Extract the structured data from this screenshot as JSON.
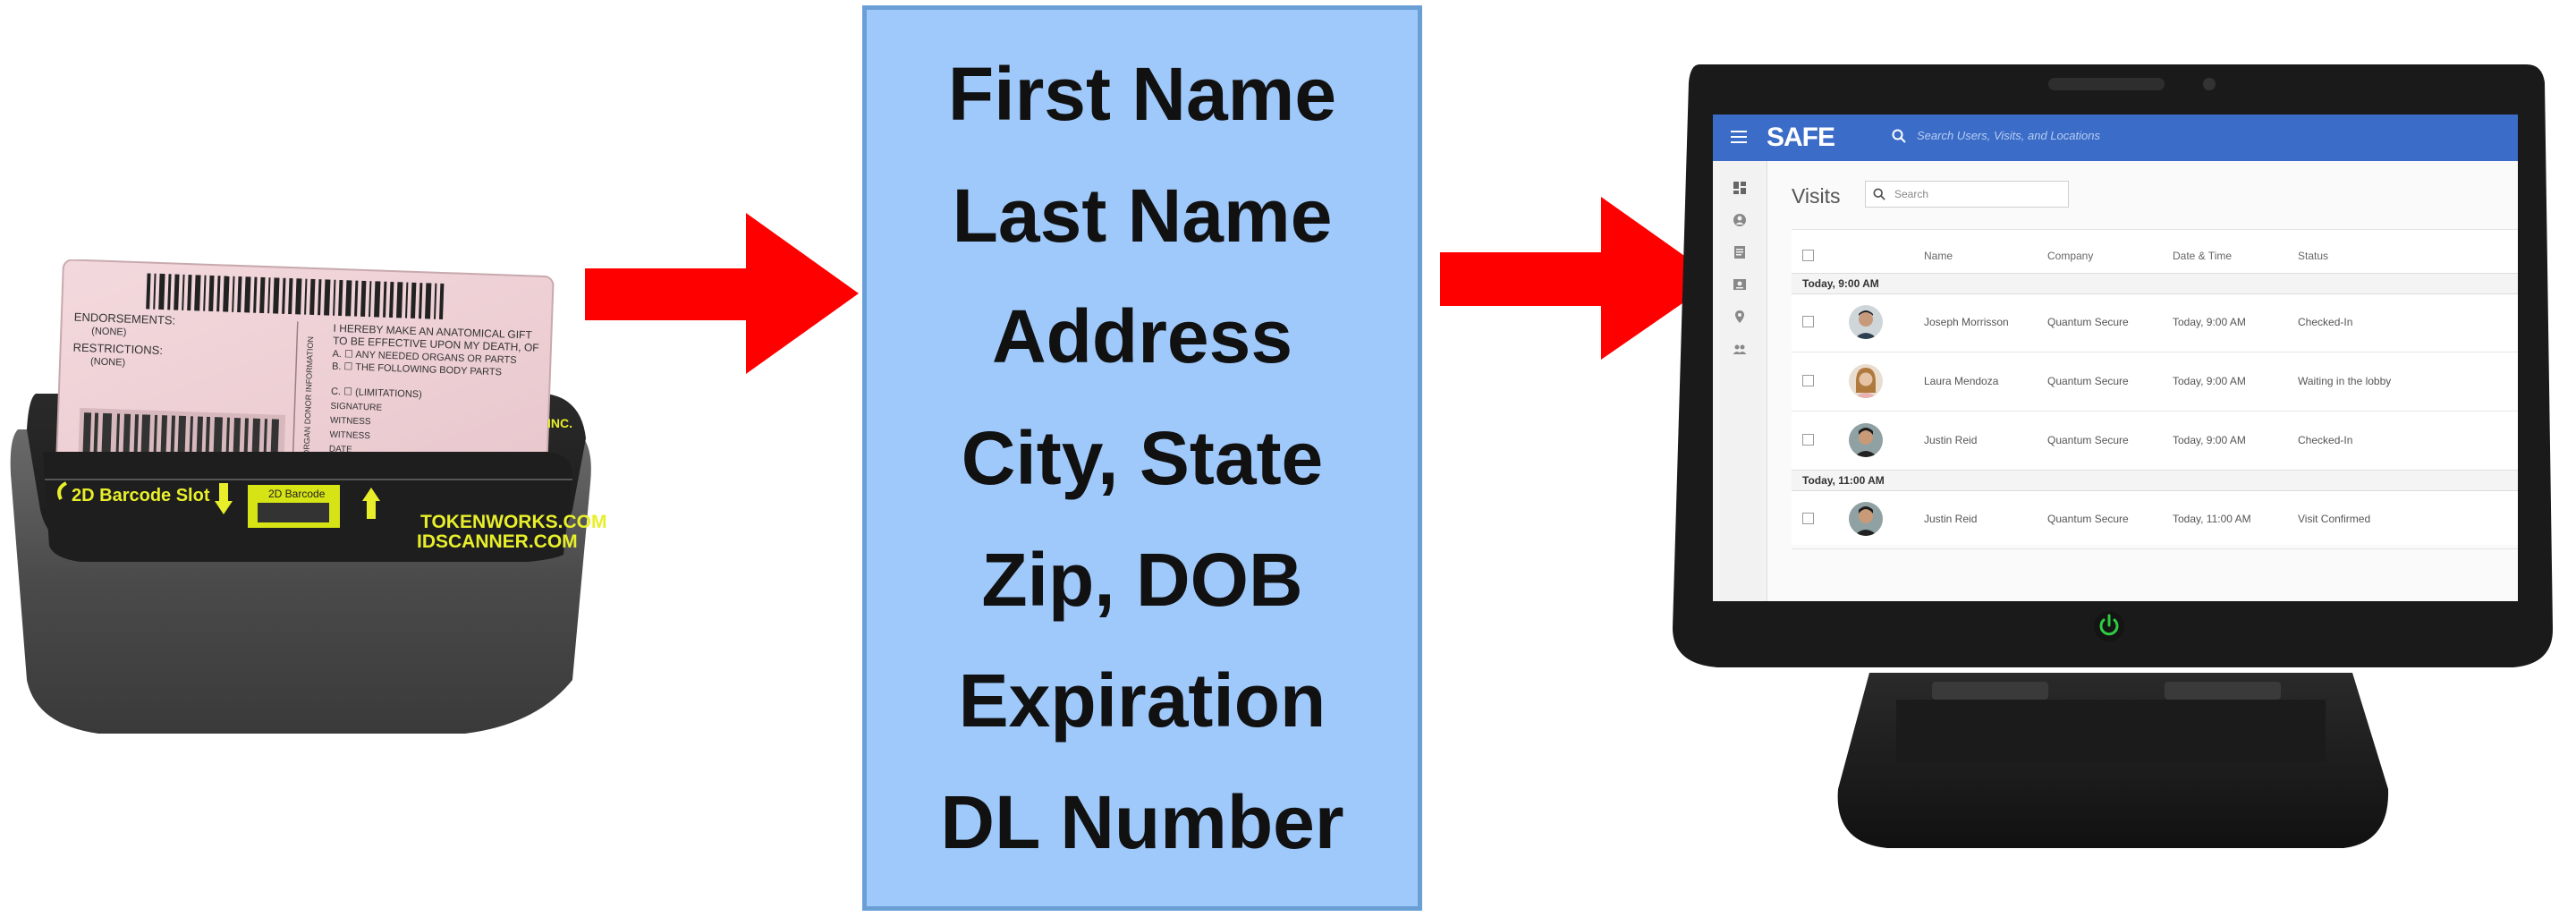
{
  "scanner": {
    "label_barcode_slot": "2D Barcode Slot",
    "label_2d_barcode": "2D Barcode",
    "brand_1": "TOKENWORKS.COM",
    "brand_2": "IDSCANNER.COM",
    "brand_partial": "INC.",
    "card_endorsements": "ENDORSEMENTS:",
    "card_none_1": "(NONE)",
    "card_restrictions": "RESTRICTIONS:",
    "card_none_2": "(NONE)",
    "card_gift_1": "I HEREBY MAKE AN ANATOMICAL GIFT",
    "card_gift_2": "TO BE EFFECTIVE UPON MY DEATH, OF",
    "card_gift_3": "A. ☐ ANY NEEDED ORGANS OR PARTS",
    "card_gift_4": "B. ☐ THE FOLLOWING BODY PARTS",
    "card_gift_5": "C. ☐ (LIMITATIONS)",
    "card_sig": "SIGNATURE",
    "card_witness_1": "WITNESS",
    "card_witness_2": "WITNESS",
    "card_date": "DATE",
    "card_side": "ORGAN DONOR INFORMATION"
  },
  "fields": [
    "First Name",
    "Last Name",
    "Address",
    "City, State",
    "Zip, DOB",
    "Expiration",
    "DL Number"
  ],
  "colors": {
    "arrow": "#ff0000",
    "box_fill": "#9fc9fb",
    "box_border": "#6a9fd6",
    "appbar": "#3a6cc8"
  },
  "app": {
    "title": "SAFE",
    "top_search_placeholder": "Search Users, Visits, and Locations",
    "page_title": "Visits",
    "search_placeholder": "Search",
    "columns": [
      "Name",
      "Company",
      "Date & Time",
      "Status"
    ],
    "groups": [
      {
        "label": "Today, 9:00 AM",
        "rows": [
          {
            "name": "Joseph Morrisson",
            "company": "Quantum Secure",
            "datetime": "Today, 9:00 AM",
            "status": "Checked-In"
          },
          {
            "name": "Laura Mendoza",
            "company": "Quantum Secure",
            "datetime": "Today, 9:00 AM",
            "status": "Waiting in the lobby"
          },
          {
            "name": "Justin Reid",
            "company": "Quantum Secure",
            "datetime": "Today, 9:00 AM",
            "status": "Checked-In"
          }
        ]
      },
      {
        "label": "Today, 11:00 AM",
        "rows": [
          {
            "name": "Justin Reid",
            "company": "Quantum Secure",
            "datetime": "Today, 11:00 AM",
            "status": "Visit Confirmed"
          }
        ]
      }
    ],
    "sidebar_icons": [
      "dashboard-icon",
      "person-icon",
      "document-icon",
      "badge-icon",
      "location-icon",
      "group-icon"
    ]
  }
}
